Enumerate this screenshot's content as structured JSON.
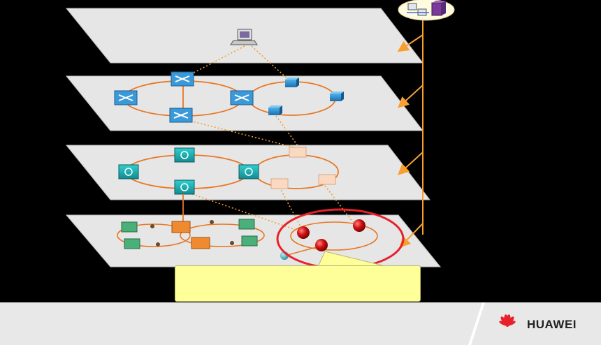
{
  "slide": {
    "background_color": "#000000",
    "plane_color": "#e6e6e6",
    "ring_color": "#e87722",
    "link_color": "#f0a030",
    "arrow_color": "#f7a030",
    "highlight_color": "#e8202a",
    "callout_color": "#ffff99",
    "footer_color": "#e8e8e8"
  },
  "layers": [
    {
      "name": "management-layer",
      "icon": "workstation-icon"
    },
    {
      "name": "core-layer",
      "icon": "core-switch-icon",
      "secondary_icon": "blue-cube-icon"
    },
    {
      "name": "aggregation-layer",
      "icon": "router-icon",
      "secondary_icon": "beige-node-icon"
    },
    {
      "name": "access-layer",
      "icon": "access-switch-icon",
      "secondary_icon": "red-sphere-node-icon"
    }
  ],
  "nms": {
    "icon": "network-management-icon"
  },
  "brand": {
    "logo_icon": "huawei-petal-logo-icon",
    "name": "HUAWEI",
    "color": "#e8202a"
  }
}
